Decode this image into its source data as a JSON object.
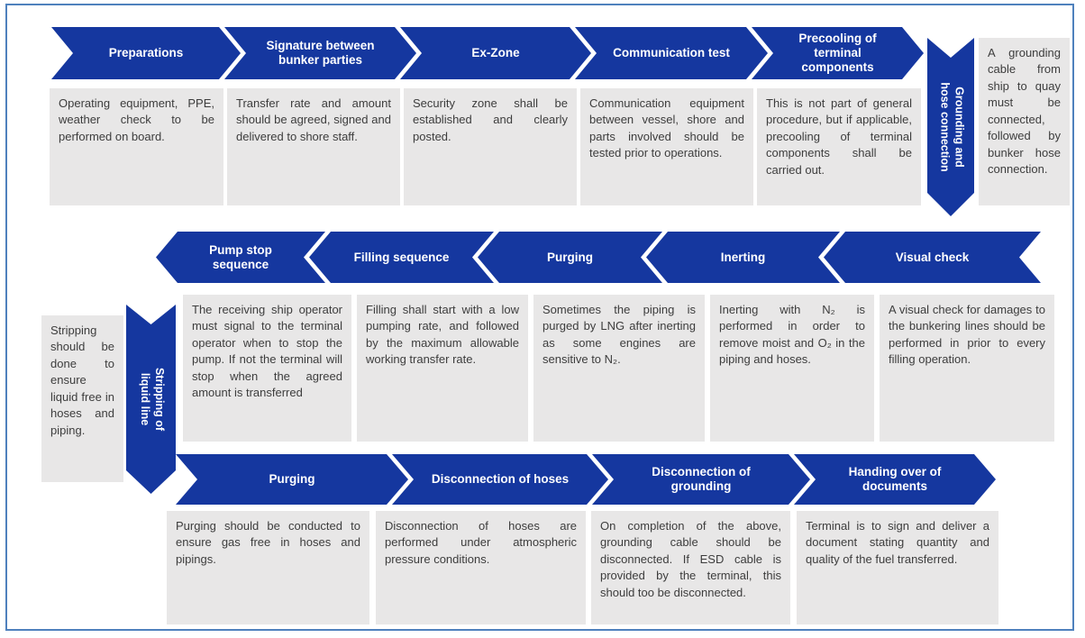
{
  "colors": {
    "chevron_blue": "#15379f",
    "frame_border_blue": "#4f81bd",
    "box_gray": "#e8e7e7",
    "box_text_gray": "#3d3d3d",
    "label_white": "#ffffff"
  },
  "flow1": {
    "steps": [
      {
        "label": "Preparations",
        "desc": "Operating equipment, PPE, weather check to be performed on board."
      },
      {
        "label": "Signature between bunker parties",
        "desc": "Transfer rate and amount should be agreed, signed and delivered to shore staff."
      },
      {
        "label": "Ex-Zone",
        "desc": "Security zone shall be established and clearly posted."
      },
      {
        "label": "Communication test",
        "desc": "Communication equipment between vessel, shore and parts involved should be tested prior to operations."
      },
      {
        "label": "Precooling of terminal components",
        "desc": "This is not part of general procedure, but if applicable, precooling of terminal components shall be carried out."
      }
    ],
    "connector": {
      "label_line1": "Grounding and",
      "label_line2": "hose connection",
      "note": "A grounding cable from ship to quay must be connected, followed by bunker hose connection."
    }
  },
  "flow2": {
    "steps": [
      {
        "label": "Pump stop sequence",
        "desc": "The receiving ship operator must signal to the terminal operator when to stop the pump. If not the terminal will stop when the agreed amount is transferred"
      },
      {
        "label": "Filling sequence",
        "desc": "Filling shall start with a low pumping rate, and followed by the maximum allowable working transfer rate."
      },
      {
        "label": "Purging",
        "desc": "Sometimes the piping is purged by LNG after inerting as some engines are sensitive to N₂."
      },
      {
        "label": "Inerting",
        "desc": "Inerting with N₂ is performed in order to remove moist and O₂ in the piping and hoses."
      },
      {
        "label": "Visual check",
        "desc": "A visual check for damages to the bunkering lines should be performed in prior to every filling operation."
      }
    ],
    "connector": {
      "label_line1": "Stripping of",
      "label_line2": "liquid line",
      "note": "Stripping should be done to ensure liquid free in hoses and piping."
    }
  },
  "flow3": {
    "steps": [
      {
        "label": "Purging",
        "desc": "Purging should be conducted to ensure gas free in hoses and pipings."
      },
      {
        "label": "Disconnection of hoses",
        "desc": "Disconnection of hoses are performed under atmospheric pressure conditions."
      },
      {
        "label": "Disconnection of grounding",
        "desc": "On completion of the above, grounding cable should be disconnected. If ESD cable is provided by the terminal, this should too be disconnected."
      },
      {
        "label": "Handing over of documents",
        "desc": "Terminal is to sign and deliver a document stating quantity and quality of the fuel transferred."
      }
    ]
  }
}
